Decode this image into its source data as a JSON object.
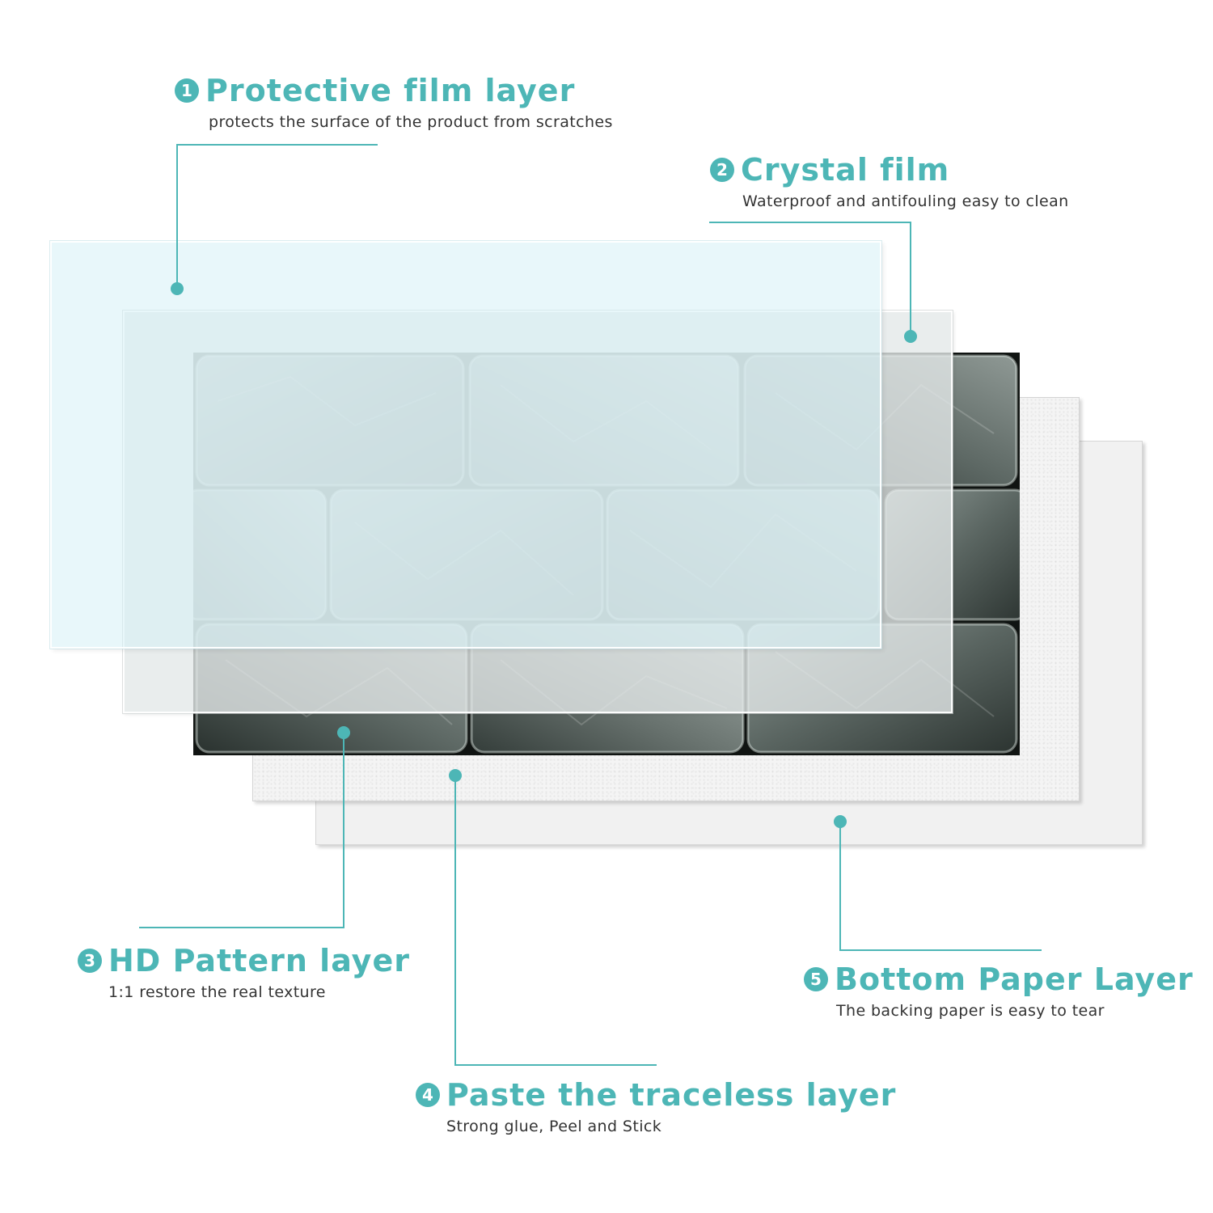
{
  "accent_color": "#4db6b6",
  "layers": [
    {
      "number": "1",
      "title": "Protective film layer",
      "description": "protects the surface of the product from scratches"
    },
    {
      "number": "2",
      "title": "Crystal film",
      "description": "Waterproof and antifouling easy to clean"
    },
    {
      "number": "3",
      "title": "HD Pattern layer",
      "description": "1:1 restore the real texture"
    },
    {
      "number": "4",
      "title": "Paste the traceless layer",
      "description": "Strong glue, Peel and Stick"
    },
    {
      "number": "5",
      "title": "Bottom Paper Layer",
      "description": "The backing paper is easy to tear"
    }
  ]
}
